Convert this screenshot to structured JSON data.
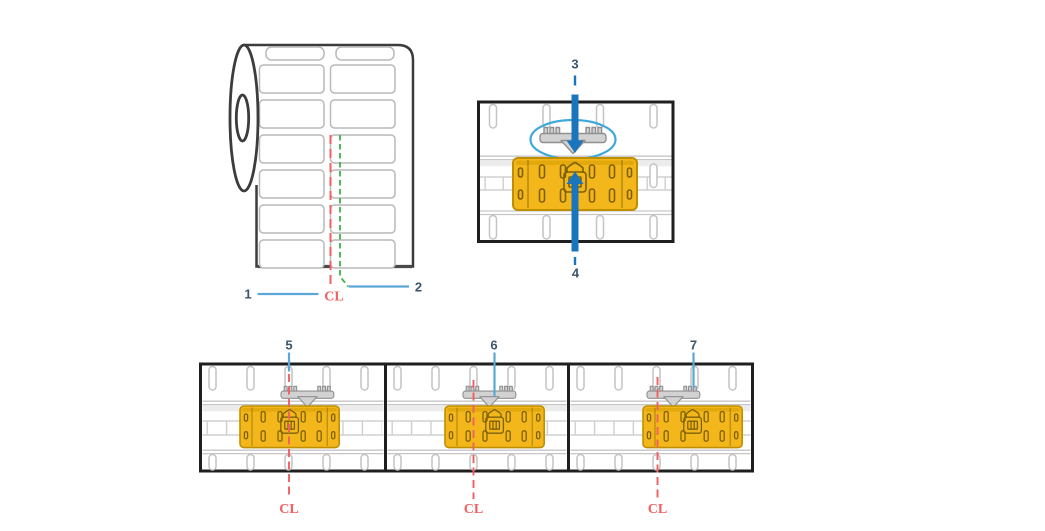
{
  "colors": {
    "callout_text": "#3b566b",
    "callout_line_blue": "#5aa7d8",
    "arrow_blue": "#1b75bc",
    "highlight_blue": "#3fa9dc",
    "centerline_red": "#f15f61",
    "guide_green": "#39b54a",
    "inlay_yellow": "#f3b71b",
    "inlay_outline": "#bf8f00",
    "inlay_slot": "#7d6005",
    "antenna_gray": "#d2d2d2",
    "antenna_outline": "#8f8f8f",
    "panel_border": "#1f1f1f",
    "detail_gray": "#c6c6c6",
    "stripe_gray": "#ececec",
    "roll_outline": "#3c3c3c",
    "label_outline": "#b9b9b9"
  },
  "figure": {
    "roll": {
      "callout_1": "1",
      "callout_2": "2",
      "centerline_label": "CL"
    },
    "detail_panel": {
      "callout_3": "3",
      "callout_4": "4"
    },
    "placement_panels": [
      {
        "callout": "5",
        "centerline_label": "CL"
      },
      {
        "callout": "6",
        "centerline_label": "CL"
      },
      {
        "callout": "7",
        "centerline_label": "CL"
      }
    ]
  }
}
